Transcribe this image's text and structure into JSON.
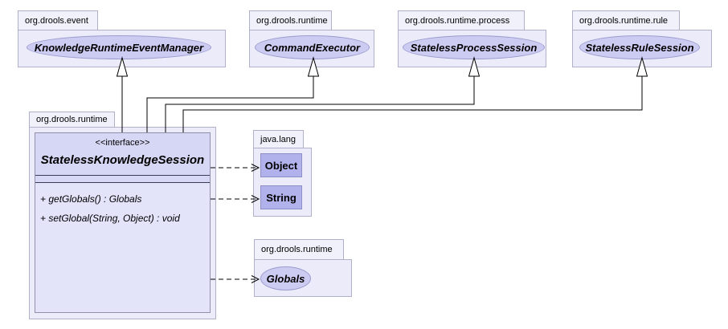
{
  "diagram": {
    "packages": {
      "event": {
        "name": "org.drools.event",
        "interface": "KnowledgeRuntimeEventManager"
      },
      "runtime_top": {
        "name": "org.drools.runtime",
        "interface": "CommandExecutor"
      },
      "process": {
        "name": "org.drools.runtime.process",
        "interface": "StatelessProcessSession"
      },
      "rule": {
        "name": "org.drools.runtime.rule",
        "interface": "StatelessRuleSession"
      },
      "runtime_main": {
        "name": "org.drools.runtime"
      },
      "java_lang": {
        "name": "java.lang",
        "object_class": "Object",
        "string_class": "String"
      },
      "runtime_globals": {
        "name": "org.drools.runtime",
        "interface": "Globals"
      }
    },
    "main_class": {
      "stereotype": "<<interface>>",
      "name": "StatelessKnowledgeSession",
      "methods": [
        "+ getGlobals() : Globals",
        "+ setGlobal(String, Object) : void"
      ]
    },
    "colors": {
      "package_tab_fill": "#f1f1fb",
      "package_body_fill": "#ebebf9",
      "package_border": "#b0b0c8",
      "interface_fill": "#ccccf3",
      "interface_border": "#9b9bce",
      "class_title_fill": "#d6d6f5",
      "class_methods_fill": "#e3e3fa",
      "class_border": "#9090ac",
      "type_box_fill": "#b1b1ec",
      "type_box_border": "#8f8fc8",
      "edge_color": "#000000"
    }
  }
}
